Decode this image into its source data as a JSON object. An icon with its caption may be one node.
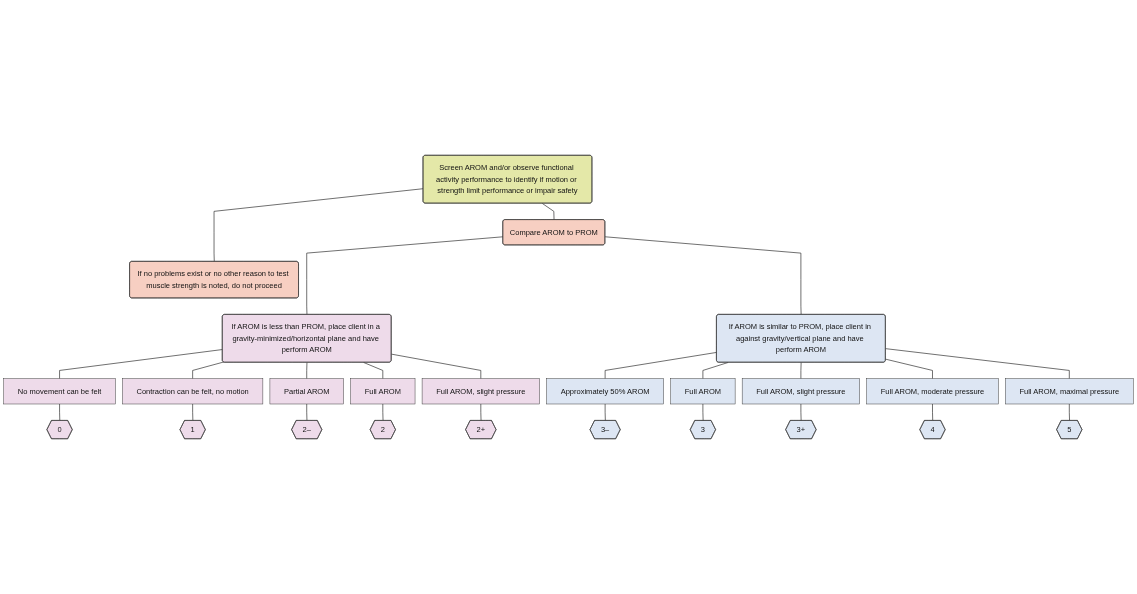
{
  "diagram": {
    "nodes": [
      {
        "text": [
          "Screen AROM and/or observe functional activity performance to identify if motion or strength limit performance or impair safety"
        ]
      },
      {
        "text": [
          "Compare AROM to PROM"
        ]
      },
      {
        "text": [
          "If no problems exist or no other reason to test muscle strength is noted, do not proceed"
        ]
      },
      {
        "text": [
          "If AROM is less than PROM, place client in a gravity-minimized/horizontal plane and have perform AROM"
        ]
      },
      {
        "text": [
          "If AROM is similar to PROM, place client in against gravity/vertical plane and have perform AROM"
        ]
      },
      {
        "text": [
          "No movement can be felt"
        ]
      },
      {
        "text": [
          "Contraction can be felt, no motion"
        ]
      },
      {
        "text": [
          "Partial AROM"
        ]
      },
      {
        "text": [
          "Full AROM"
        ]
      },
      {
        "text": [
          "Full AROM, slight pressure"
        ]
      },
      {
        "text": [
          "Approximately 50% AROM"
        ]
      },
      {
        "text": [
          "Full AROM"
        ]
      },
      {
        "text": [
          "Full AROM, slight pressure"
        ]
      },
      {
        "text": [
          "Full AROM, moderate pressure"
        ]
      },
      {
        "text": [
          "Full AROM, maximal pressure"
        ]
      },
      {
        "text": [
          "0"
        ]
      },
      {
        "text": [
          "1"
        ]
      },
      {
        "text": [
          "2–"
        ]
      },
      {
        "text": [
          "2"
        ]
      },
      {
        "text": [
          "2+"
        ]
      },
      {
        "text": [
          "3–"
        ]
      },
      {
        "text": [
          "3"
        ]
      },
      {
        "text": [
          "3+"
        ]
      },
      {
        "text": [
          "4"
        ]
      },
      {
        "text": [
          "5"
        ]
      }
    ],
    "edges": [
      {
        "from": 0,
        "to": 1,
        "arrow": "none"
      },
      {
        "from": 0,
        "to": 2,
        "arrow": "none"
      },
      {
        "from": 1,
        "to": 3,
        "arrow": "none"
      },
      {
        "from": 1,
        "to": 4,
        "arrow": "none"
      },
      {
        "from": 3,
        "to": 5,
        "arrow": "none"
      },
      {
        "from": 3,
        "to": 6,
        "arrow": "none"
      },
      {
        "from": 3,
        "to": 7,
        "arrow": "none"
      },
      {
        "from": 3,
        "to": 8,
        "arrow": "none"
      },
      {
        "from": 3,
        "to": 9,
        "arrow": "none"
      },
      {
        "from": 4,
        "to": 10,
        "arrow": "none"
      },
      {
        "from": 4,
        "to": 11,
        "arrow": "none"
      },
      {
        "from": 4,
        "to": 12,
        "arrow": "none"
      },
      {
        "from": 4,
        "to": 13,
        "arrow": "none"
      },
      {
        "from": 4,
        "to": 14,
        "arrow": "none"
      },
      {
        "from": 5,
        "to": 15,
        "arrow": "none"
      },
      {
        "from": 6,
        "to": 16,
        "arrow": "none"
      },
      {
        "from": 7,
        "to": 17,
        "arrow": "none"
      },
      {
        "from": 8,
        "to": 18,
        "arrow": "none"
      },
      {
        "from": 9,
        "to": 19,
        "arrow": "none"
      },
      {
        "from": 10,
        "to": 20,
        "arrow": "none"
      },
      {
        "from": 11,
        "to": 21,
        "arrow": "none"
      },
      {
        "from": 12,
        "to": 22,
        "arrow": "none"
      },
      {
        "from": 13,
        "to": 23,
        "arrow": "none"
      },
      {
        "from": 14,
        "to": 24,
        "arrow": "none"
      }
    ]
  }
}
